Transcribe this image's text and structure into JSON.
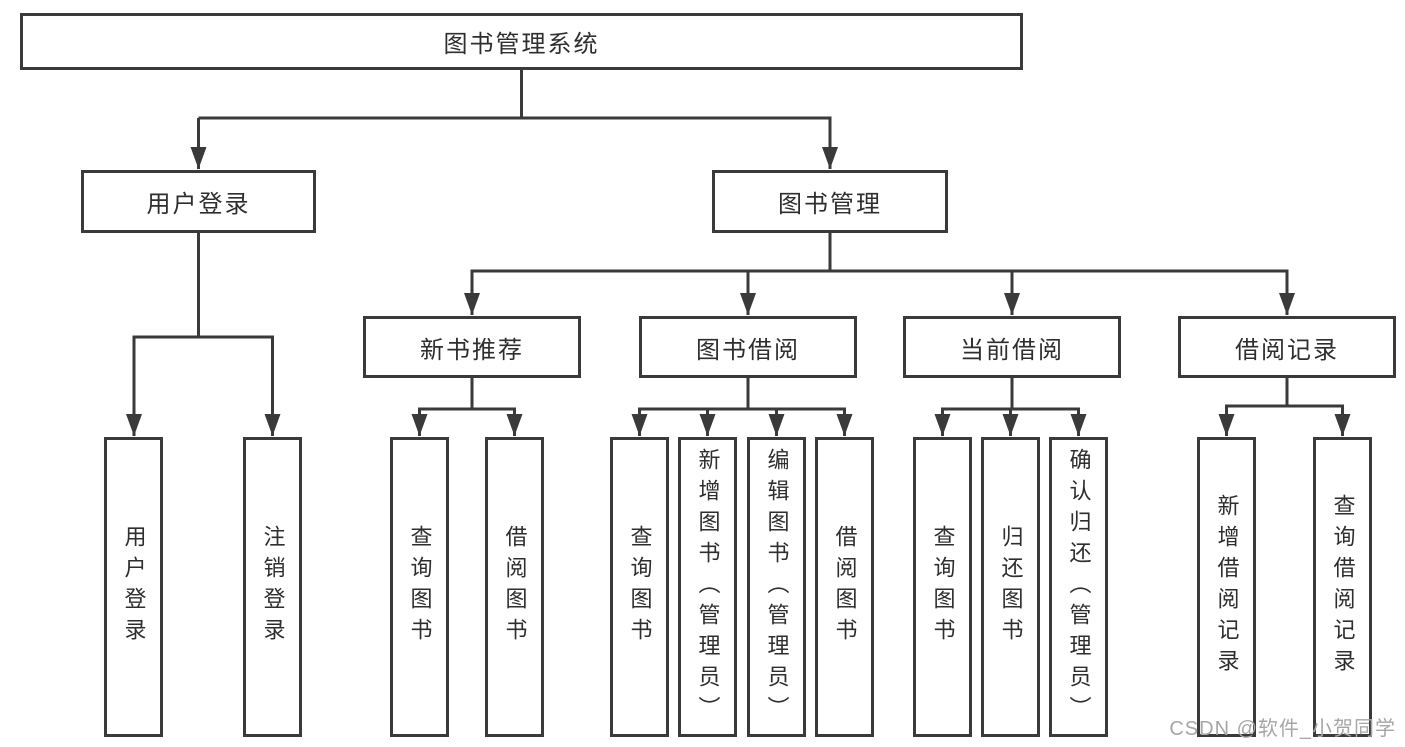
{
  "diagram": {
    "title": "图书管理系统",
    "branches": [
      {
        "label": "用户登录",
        "children": [
          "用户登录",
          "注销登录"
        ]
      },
      {
        "label": "图书管理",
        "children": [
          {
            "label": "新书推荐",
            "children": [
              "查询图书",
              "借阅图书"
            ]
          },
          {
            "label": "图书借阅",
            "children": [
              "查询图书",
              "新增图书（管理员）",
              "编辑图书（管理员）",
              "借阅图书"
            ]
          },
          {
            "label": "当前借阅",
            "children": [
              "查询图书",
              "归还图书",
              "确认归还（管理员）"
            ]
          },
          {
            "label": "借阅记录",
            "children": [
              "新增借阅记录",
              "查询借阅记录"
            ]
          }
        ]
      }
    ]
  },
  "watermark": {
    "text": "CSDN @软件_小贺同学",
    "color": "#a6a6a6"
  },
  "colors": {
    "line": "#3a3a3a",
    "text": "#2e2e2e",
    "background": "#ffffff"
  }
}
